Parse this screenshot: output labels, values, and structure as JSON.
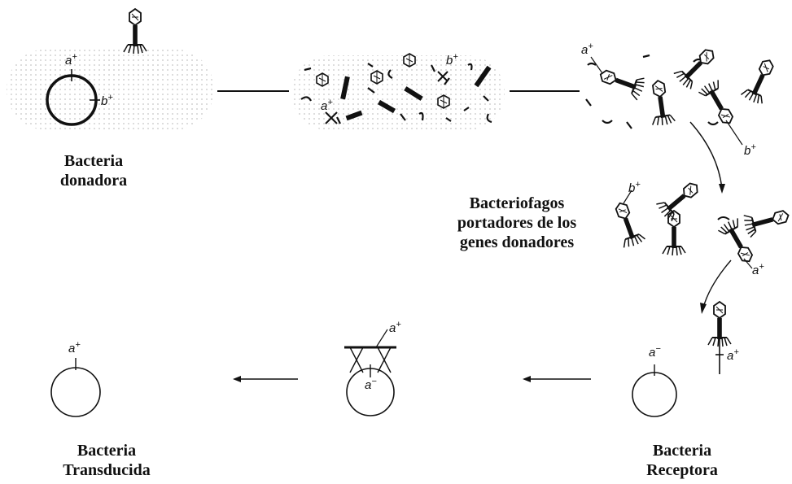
{
  "labels": {
    "donor": [
      "Bacteria",
      "donadora"
    ],
    "phages": [
      "Bacteriofagos",
      "portadores de los",
      "genes donadores"
    ],
    "recipient": [
      "Bacteria",
      "Receptora"
    ],
    "transduced": [
      "Bacteria",
      "Transducida"
    ]
  },
  "genes": {
    "a_plus": {
      "base": "a",
      "sign": "+"
    },
    "b_plus": {
      "base": "b",
      "sign": "+"
    },
    "a_minus": {
      "base": "a",
      "sign": "−"
    }
  },
  "colors": {
    "ink": "#111111",
    "shade": "#d8d8d8",
    "dots": "#bdbdbd"
  }
}
